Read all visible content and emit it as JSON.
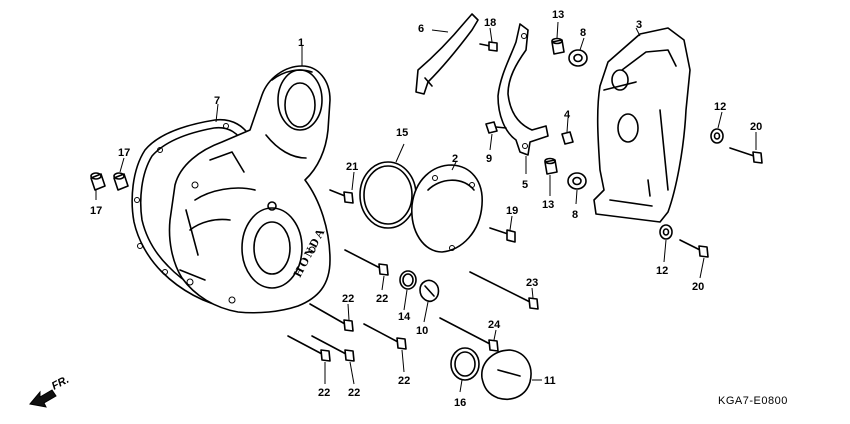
{
  "diagram": {
    "code": "KGA7-E0800",
    "direction_label": "FR.",
    "brand_mark": "HONDA",
    "callouts": {
      "c1": "1",
      "c2": "2",
      "c3": "3",
      "c4": "4",
      "c5": "5",
      "c6": "6",
      "c7": "7",
      "c8a": "8",
      "c8b": "8",
      "c9": "9",
      "c10": "10",
      "c11": "11",
      "c12a": "12",
      "c12b": "12",
      "c13a": "13",
      "c13b": "13",
      "c14": "14",
      "c15": "15",
      "c16": "16",
      "c17a": "17",
      "c17b": "17",
      "c18": "18",
      "c19": "19",
      "c20a": "20",
      "c20b": "20",
      "c21": "21",
      "c22a": "22",
      "c22b": "22",
      "c22c": "22",
      "c22d": "22",
      "c22e": "22",
      "c23": "23",
      "c24": "24"
    }
  }
}
